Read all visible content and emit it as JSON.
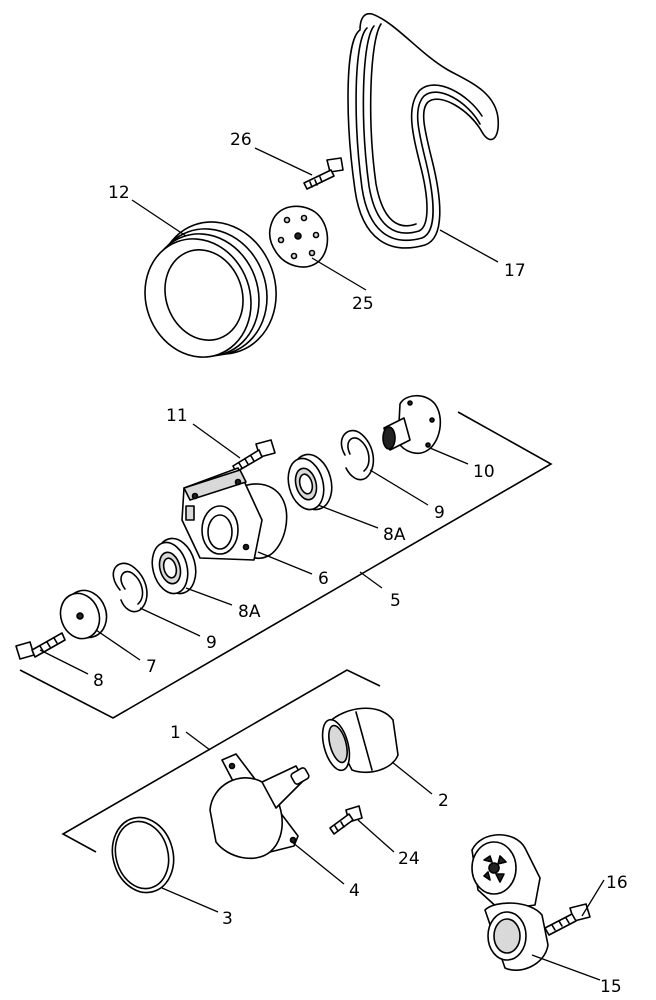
{
  "callouts": {
    "c1": "1",
    "c2": "2",
    "c3": "3",
    "c4": "4",
    "c5": "5",
    "c6": "6",
    "c7": "7",
    "c8": "8",
    "c8a_upper": "8A",
    "c8a_lower": "8A",
    "c9_upper": "9",
    "c9_lower": "9",
    "c10": "10",
    "c11": "11",
    "c12": "12",
    "c15": "15",
    "c16": "16",
    "c17": "17",
    "c24": "24",
    "c25": "25",
    "c26": "26"
  }
}
